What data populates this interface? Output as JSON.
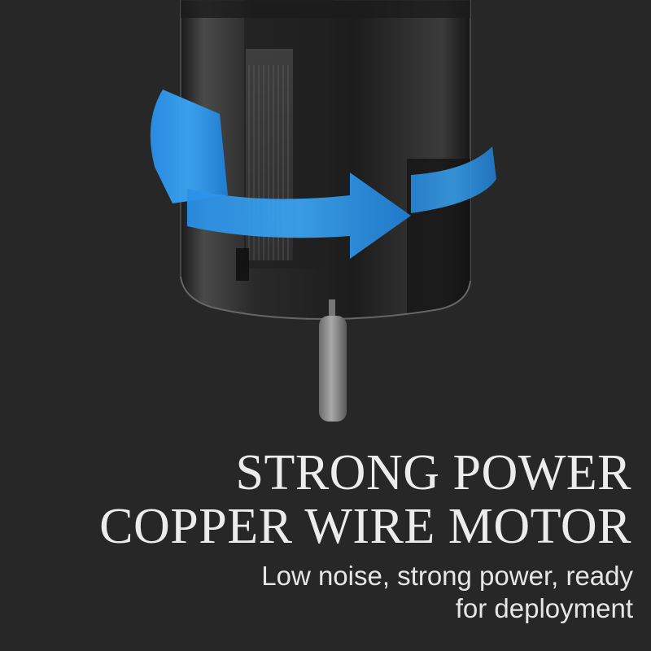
{
  "headline": {
    "line1": "STRONG POWER",
    "line2": "COPPER WIRE MOTOR"
  },
  "subheadline": {
    "line1": "Low noise, strong power, ready",
    "line2": "for deployment"
  },
  "colors": {
    "background": "#272727",
    "arrow_blue": "#2d9bf0",
    "text": "#ececec"
  },
  "icons": [
    "motor-illustration",
    "rotation-arrow-icon"
  ]
}
